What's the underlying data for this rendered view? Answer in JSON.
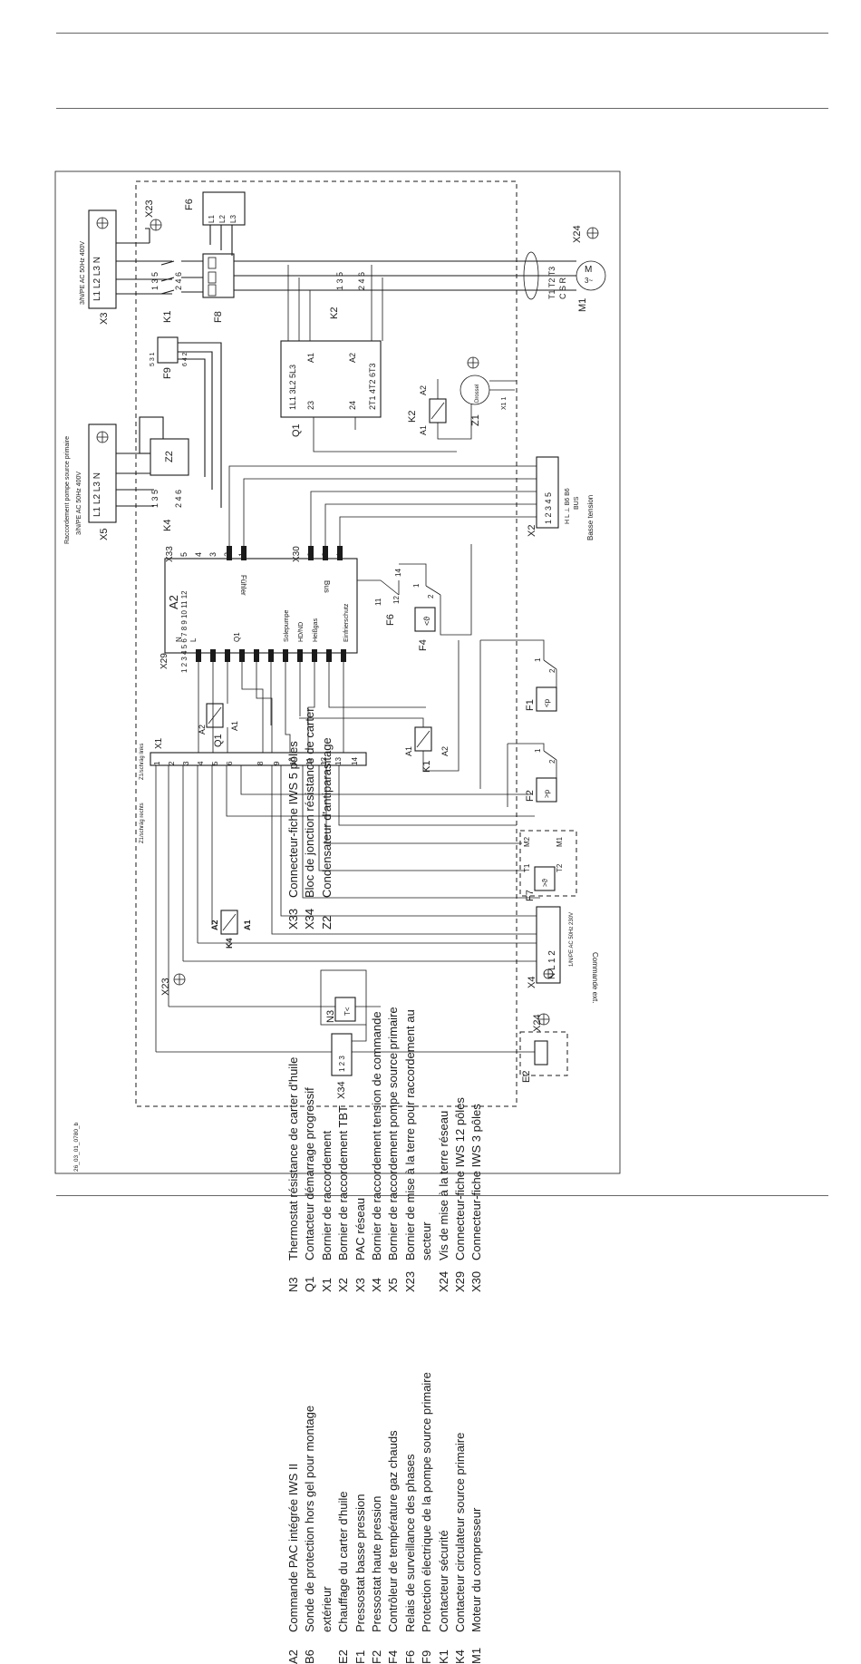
{
  "diagram": {
    "drawing_id": "26_03_01_0780_b",
    "supply_x3": "3/N/PE AC 50Hz 400V",
    "supply_x5_title": "Raccordement pompe source primaire",
    "supply_x5": "3/N/PE AC 50Hz 400V",
    "supply_x4": "1/N/PE AC 50Hz 230V",
    "command_ext": "Commande ext.",
    "low_voltage": "Basse tension",
    "bus": "BUS",
    "z1_straight": "Z1/schräg rechts",
    "z1_angled": "Z1/schräg links",
    "a2_inputs": [
      "N",
      "L",
      "Q1",
      "Solepumpe",
      "HD/ND",
      "Heißgas",
      "Einfrierschutz"
    ],
    "a2_sensor": "Fühler",
    "a2_bus_label": "Bus",
    "x2_terms": [
      "H",
      "L",
      "⊥",
      "B6",
      "B6"
    ],
    "components": [
      "X3",
      "X5",
      "X23",
      "X24",
      "F6",
      "F8",
      "F9",
      "K1",
      "K2",
      "K4",
      "Z2",
      "Z1",
      "Q1",
      "A2",
      "X33",
      "X30",
      "X2",
      "X29",
      "X1",
      "F1",
      "F2",
      "F4",
      "F7",
      "N3",
      "X4",
      "X34",
      "E2",
      "M1"
    ]
  },
  "legend": {
    "col1": [
      {
        "code": "A2",
        "text": "Commande PAC intégrée IWS II"
      },
      {
        "code": "B6",
        "text": "Sonde de protection hors gel pour montage"
      },
      {
        "code": "",
        "text": "extérieur"
      },
      {
        "code": "E2",
        "text": "Chauffage du carter d'huile"
      },
      {
        "code": "F1",
        "text": "Pressostat basse pression"
      },
      {
        "code": "F2",
        "text": "Pressostat haute pression"
      },
      {
        "code": "F4",
        "text": "Contrôleur de température gaz chauds"
      },
      {
        "code": "F6",
        "text": "Relais de surveillance des phases"
      },
      {
        "code": "F9",
        "text": "Protection électrique de la pompe source primaire"
      },
      {
        "code": "K1",
        "text": "Contacteur sécurité"
      },
      {
        "code": "K4",
        "text": "Contacteur circulateur source primaire"
      },
      {
        "code": "M1",
        "text": "Moteur du compresseur"
      }
    ],
    "col2": [
      {
        "code": "N3",
        "text": "Thermostat résistance de carter d'huile"
      },
      {
        "code": "Q1",
        "text": "Contacteur démarrage progressif"
      },
      {
        "code": "X1",
        "text": "Bornier de raccordement"
      },
      {
        "code": "X2",
        "text": "Bornier de raccordement TBT"
      },
      {
        "code": "X3",
        "text": "PAC réseau"
      },
      {
        "code": "X4",
        "text": "Bornier de raccordement tension de commande"
      },
      {
        "code": "X5",
        "text": "Bornier de raccordement pompe source primaire"
      },
      {
        "code": "X23",
        "text": "Bornier de mise à la terre pour raccordement au"
      },
      {
        "code": "",
        "text": "secteur"
      },
      {
        "code": "X24",
        "text": "Vis de mise à la terre réseau"
      },
      {
        "code": "X29",
        "text": "Connecteur-fiche IWS 12 pôles"
      },
      {
        "code": "X30",
        "text": "Connecteur-fiche IWS 3 pôles"
      }
    ],
    "col3": [
      {
        "code": "X33",
        "text": "Connecteur-fiche IWS 5 pôles"
      },
      {
        "code": "X34",
        "text": "Bloc de jonction résistance de carter"
      },
      {
        "code": "Z2",
        "text": "Condensateur d'antiparasitage"
      }
    ]
  }
}
